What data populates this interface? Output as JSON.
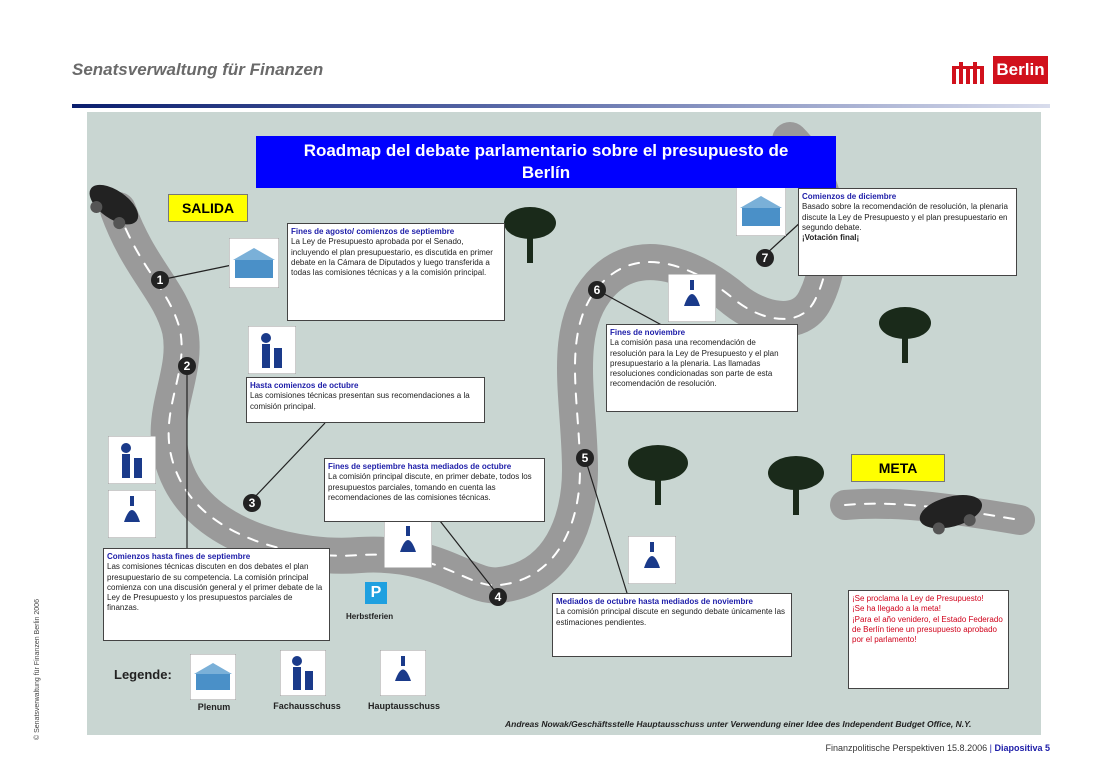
{
  "header": {
    "title": "Senatsverwaltung für Finanzen",
    "logo_text": "Berlin",
    "side_text": "© Senatsverwaltung für Finanzen Berlin 2006"
  },
  "slide": {
    "title_line1": "Roadmap del debate parlamentario sobre el presupuesto de",
    "title_line2": "Berlín",
    "salida": "SALIDA",
    "meta": "META",
    "parking_label": "P",
    "herbstferien": "Herbstferien",
    "steps": [
      "1",
      "2",
      "3",
      "4",
      "5",
      "6",
      "7"
    ],
    "boxes": {
      "b1_head": "Fines de agosto/ comienzos de septiembre",
      "b1_body": "La Ley de Presupuesto aprobada por el Senado, incluyendo el plan presupuestario, es discutida en primer debate en la Cámara de Diputados y luego transferida a todas las comisiones técnicas y a la comisión principal.",
      "b2_head": "Comienzos hasta fines de septiembre",
      "b2_body": "Las comisiones técnicas discuten en dos debates el plan presupuestario de su competencia. La comisión principal comienza con una discusión general y el primer debate de la Ley de Presupuesto y los presupuestos parciales de finanzas.",
      "b3_head": "Hasta comienzos de octubre",
      "b3_body": "Las comisiones técnicas presentan sus recomendaciones a la comisión principal.",
      "b4_head": "Fines de septiembre hasta mediados de octubre",
      "b4_body": "La comisión principal discute, en primer debate, todos los presupuestos parciales, tomando en cuenta las recomendaciones de las comisiones técnicas.",
      "b5_head": "Mediados de octubre hasta mediados de noviembre",
      "b5_body": "La comisión principal discute en segundo debate únicamente las estimaciones pendientes.",
      "b6_head": "Fines de noviembre",
      "b6_body": "La comisión pasa una recomendación de resolución para la Ley de Presupuesto y el plan presupuestario a la plenaria. Las llamadas resoluciones condicionadas son parte de esta recomendación de resolución.",
      "b7_head": "Comienzos de diciembre",
      "b7_body": "Basado sobre la recomendación de resolución, la plenaria discute la Ley de Presupuesto y el plan presupuestario en segundo debate.",
      "b7_bold": "¡Votación final¡",
      "meta_l1": "¡Se proclama la Ley de Presupuesto!",
      "meta_l2": "¡Se ha llegado a la meta!",
      "meta_l3": "¡Para el año venidero, el Estado Federado de Berlín tiene un presupuesto aprobado por el parlamento!"
    },
    "legend": {
      "title": "Legende:",
      "items": [
        "Plenum",
        "Fachausschuss",
        "Hauptausschuss"
      ]
    },
    "credit": "Andreas Nowak/Geschäftsstelle Hauptausschuss unter Verwendung einer Idee des  Independent Budget Office, N.Y."
  },
  "footer": {
    "text": "Finanzpolitische Perspektiven 15.8.2006",
    "separator": "|",
    "slide": "Diapositiva 5"
  },
  "colors": {
    "title_bg": "#0000ff",
    "tag_bg": "#ffff00",
    "road": "#9a9a9a",
    "panel": "#c9d6d2",
    "berlin_red": "#d1111c"
  }
}
